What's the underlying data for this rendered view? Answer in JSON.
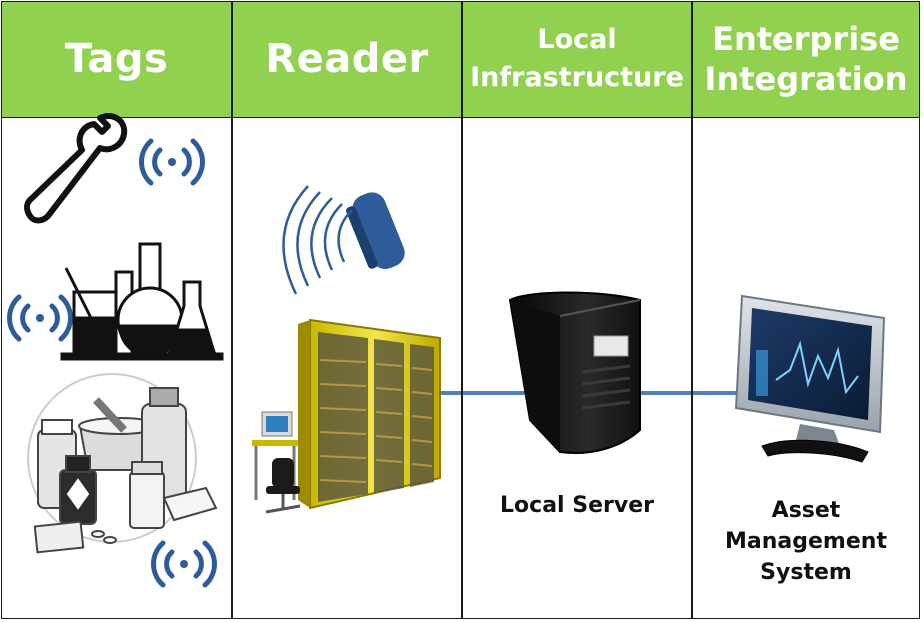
{
  "columns": [
    {
      "title": "Tags"
    },
    {
      "title": "Reader"
    },
    {
      "title_line1": "Local",
      "title_line2": "Infrastructure"
    },
    {
      "title_line1": "Enterprise",
      "title_line2": "Integration"
    }
  ],
  "captions": {
    "local_server": "Local Server",
    "asset_line1": "Asset",
    "asset_line2": "Management",
    "asset_line3": "System"
  },
  "icons": [
    "wrench-icon",
    "lab-glassware-icon",
    "medicine-bottles-icon",
    "rfid-signal-icon",
    "reader-antenna-icon",
    "storage-cabinet-icon",
    "server-tower-icon",
    "monitor-icon"
  ],
  "colors": {
    "header": "#92d050",
    "signal": "#2e5c9a",
    "connector": "#4f81bd"
  }
}
